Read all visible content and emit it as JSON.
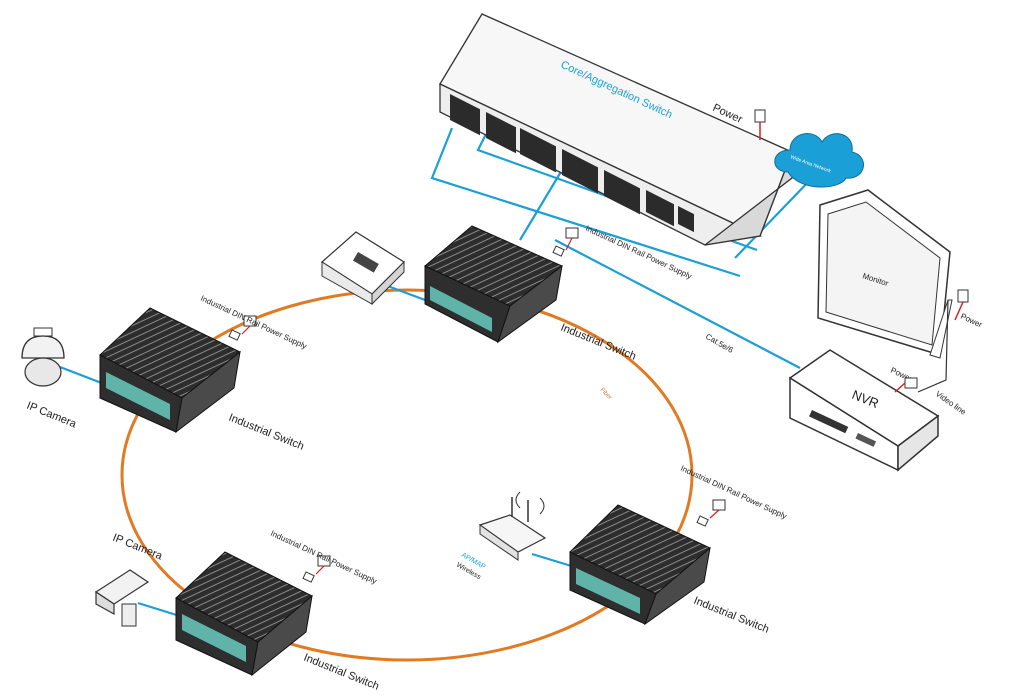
{
  "core_switch": {
    "label": "Core/Aggregation Switch",
    "power_label": "Power"
  },
  "wan_cloud": {
    "label": "Wide Area Network"
  },
  "monitor": {
    "label": "Monitor",
    "power_label": "Power"
  },
  "nvr": {
    "label": "NVR",
    "power_label": "Power",
    "video_line_label": "Video line"
  },
  "cable_label": "Cat.5e/6",
  "ring_label": "Fiber",
  "industrial_switch_label": "Industrial Switch",
  "power_supply_label": "Industrial DIN Rail Power Supply",
  "ip_camera_label": "IP Camera",
  "wireless_ap": {
    "label_line1": "AP/MAP",
    "label_line2": "Wireless"
  },
  "colors": {
    "ring": "#e07b24",
    "cable": "#1a9fd6",
    "power_wire": "#d62020"
  }
}
